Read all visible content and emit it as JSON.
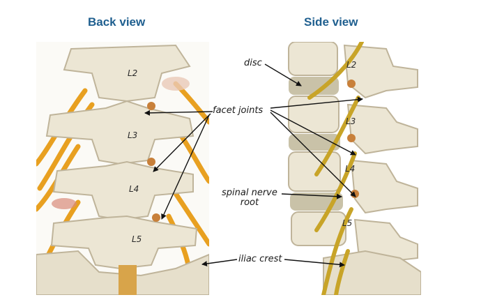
{
  "views": {
    "back": "Back view",
    "side": "Side view"
  },
  "vertebrae": {
    "back": [
      "L2",
      "L3",
      "L4",
      "L5"
    ],
    "side": [
      "L2",
      "L3",
      "L4",
      "L5"
    ]
  },
  "callouts": {
    "disc": "disc",
    "facet_joints": "facet joints",
    "spinal_nerve_root": "spinal nerve\nroot",
    "iliac_crest": "iliac crest"
  },
  "colors": {
    "title": "#1f5f8f",
    "bone": "#ece6d4",
    "bone_shadow": "#bfb49a",
    "nerve": "#e8a020",
    "side_nerve": "#c8a428",
    "disc": "#c9c2a8",
    "joint": "#c8803a"
  }
}
